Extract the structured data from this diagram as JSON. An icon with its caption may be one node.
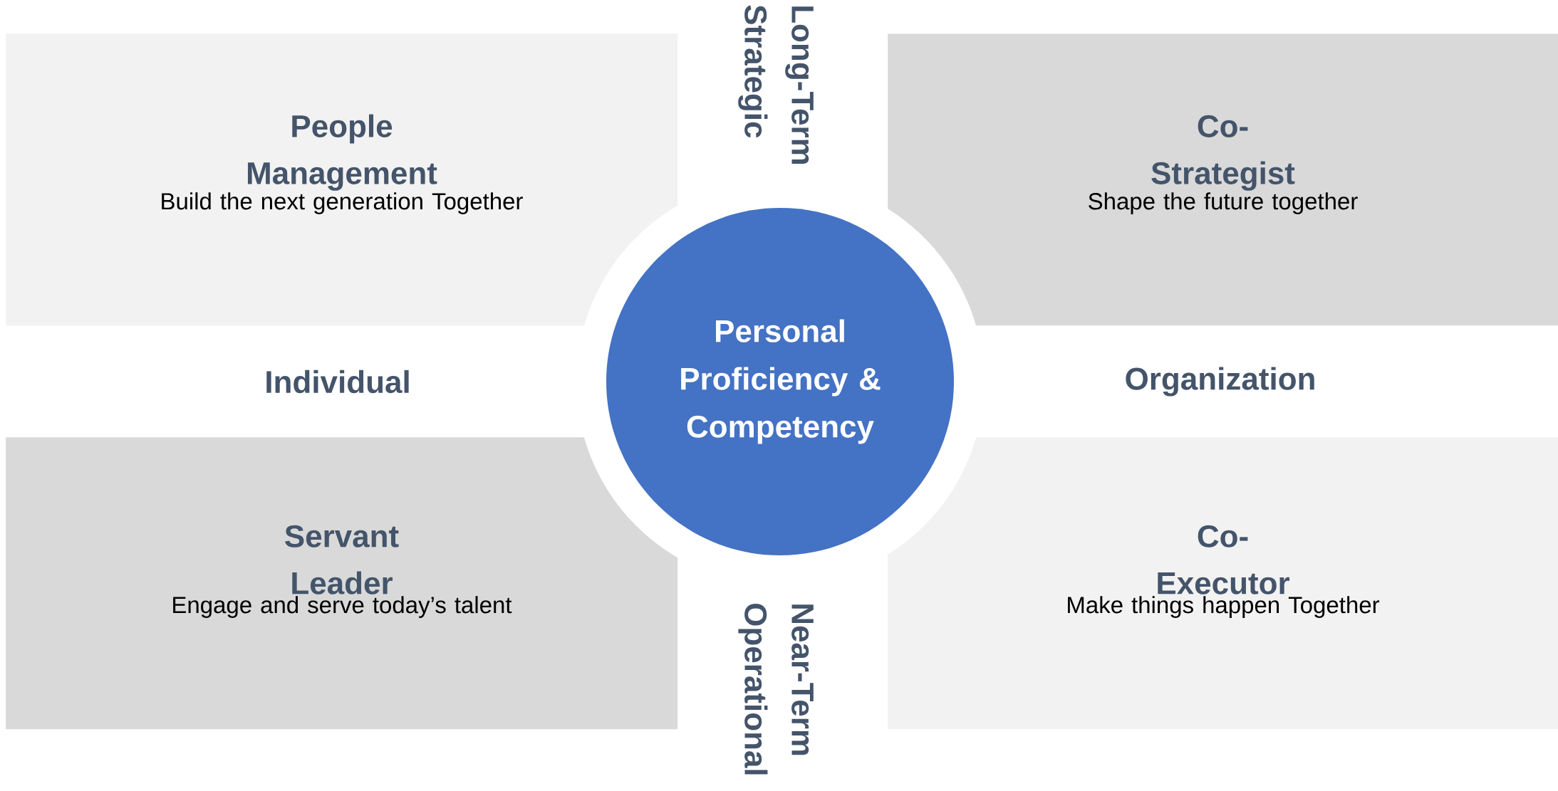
{
  "diagram": {
    "nodes": [
      {
        "text": [
          "People Management",
          "Build the next generation Together"
        ]
      },
      {
        "text": [
          "Co-Strategist",
          "Shape the future together"
        ]
      },
      {
        "text": [
          "Servant Leader",
          "Engage and serve today’s talent"
        ]
      },
      {
        "text": [
          "Co-Executor",
          "Make things happen Together"
        ]
      },
      {
        "text": [
          "Personal Proficiency & Competency"
        ]
      }
    ],
    "labels": [
      "Long-Term Strategic",
      "Individual",
      "Organization",
      "Near-Term Operational"
    ]
  }
}
